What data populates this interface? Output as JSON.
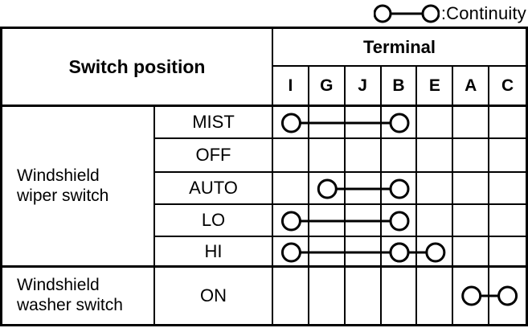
{
  "legend": {
    "label": ":Continuity"
  },
  "table": {
    "header": {
      "switch_position": "Switch position",
      "terminal": "Terminal",
      "terminals": [
        "I",
        "G",
        "J",
        "B",
        "E",
        "A",
        "C"
      ]
    },
    "groups": [
      {
        "label_line1": "Windshield",
        "label_line2": "wiper switch",
        "rows": [
          {
            "position": "MIST",
            "connections": [
              [
                "I",
                "B"
              ]
            ]
          },
          {
            "position": "OFF",
            "connections": []
          },
          {
            "position": "AUTO",
            "connections": [
              [
                "G",
                "B"
              ]
            ]
          },
          {
            "position": "LO",
            "connections": [
              [
                "I",
                "B"
              ]
            ]
          },
          {
            "position": "HI",
            "connections": [
              [
                "I",
                "B"
              ],
              [
                "B",
                "E"
              ]
            ]
          }
        ]
      },
      {
        "label_line1": "Windshield",
        "label_line2": "washer switch",
        "rows": [
          {
            "position": "ON",
            "connections": [
              [
                "A",
                "C"
              ]
            ]
          }
        ]
      }
    ]
  },
  "colors": {
    "ink": "#000000",
    "background": "#ffffff"
  }
}
